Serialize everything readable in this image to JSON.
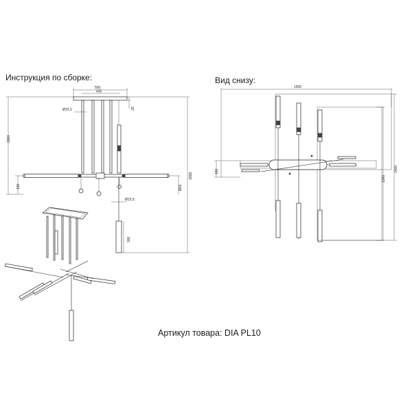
{
  "titles": {
    "assembly": "Инструкция по сборке:",
    "bottom_view": "Вид снизу:",
    "article": "Артикул товара: DIA PL10"
  },
  "dimensions": {
    "assembly": {
      "canopy_width": "550",
      "canopy_inner": "435",
      "canopy_height": "25",
      "tube_diameter": "Ø15,5",
      "total_height": "2000",
      "arm_drop": "150",
      "bulb_diameter": "Ø25",
      "overall_height": "1598",
      "shade_diameter": "Ø12,5",
      "shade_length": "300"
    },
    "bottom": {
      "overall_width": "1500",
      "arm_height": "160",
      "frame_height": "1300",
      "overall_depth": "1400"
    }
  }
}
